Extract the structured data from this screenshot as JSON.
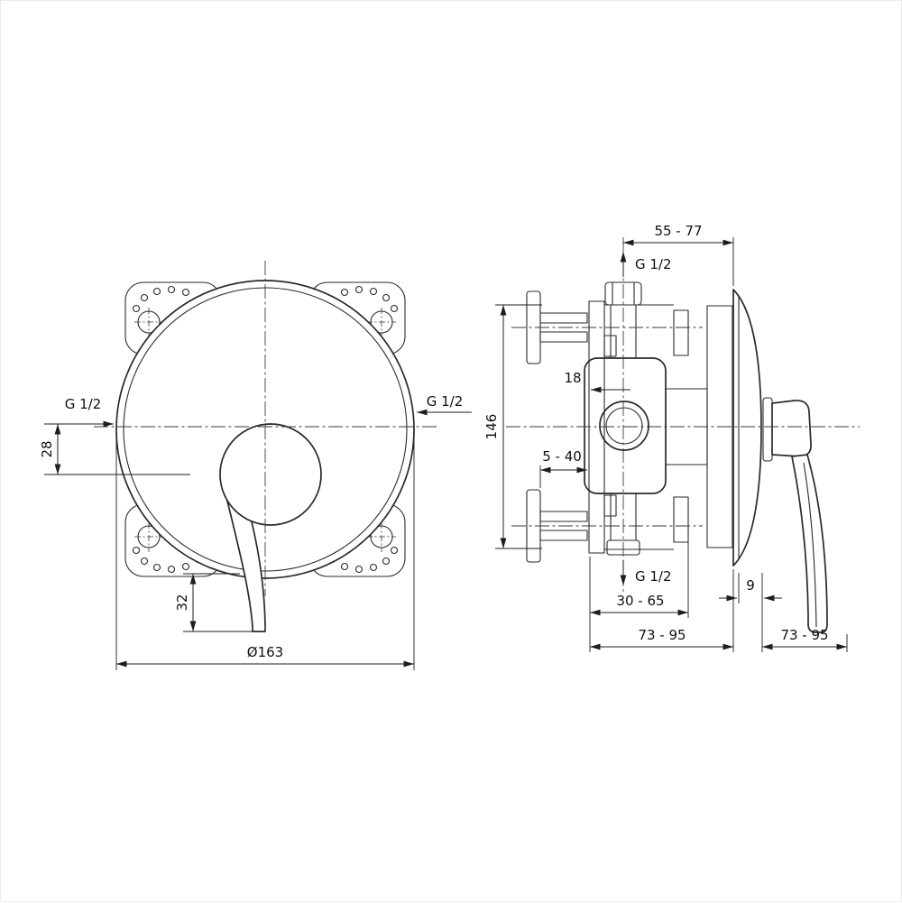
{
  "front": {
    "g_left": "G 1/2",
    "g_right": "G 1/2",
    "dim_28": "28",
    "dim_32": "32",
    "dim_diameter": "Ø163"
  },
  "side": {
    "dim_55_77": "55 - 77",
    "g_top": "G 1/2",
    "dim_146": "146",
    "dim_18": "18",
    "dim_5_40": "5 - 40",
    "g_bottom": "G 1/2",
    "dim_30_65": "30 - 65",
    "dim_9": "9",
    "dim_73_95_left": "73 - 95",
    "dim_73_95_right": "73 - 95"
  }
}
